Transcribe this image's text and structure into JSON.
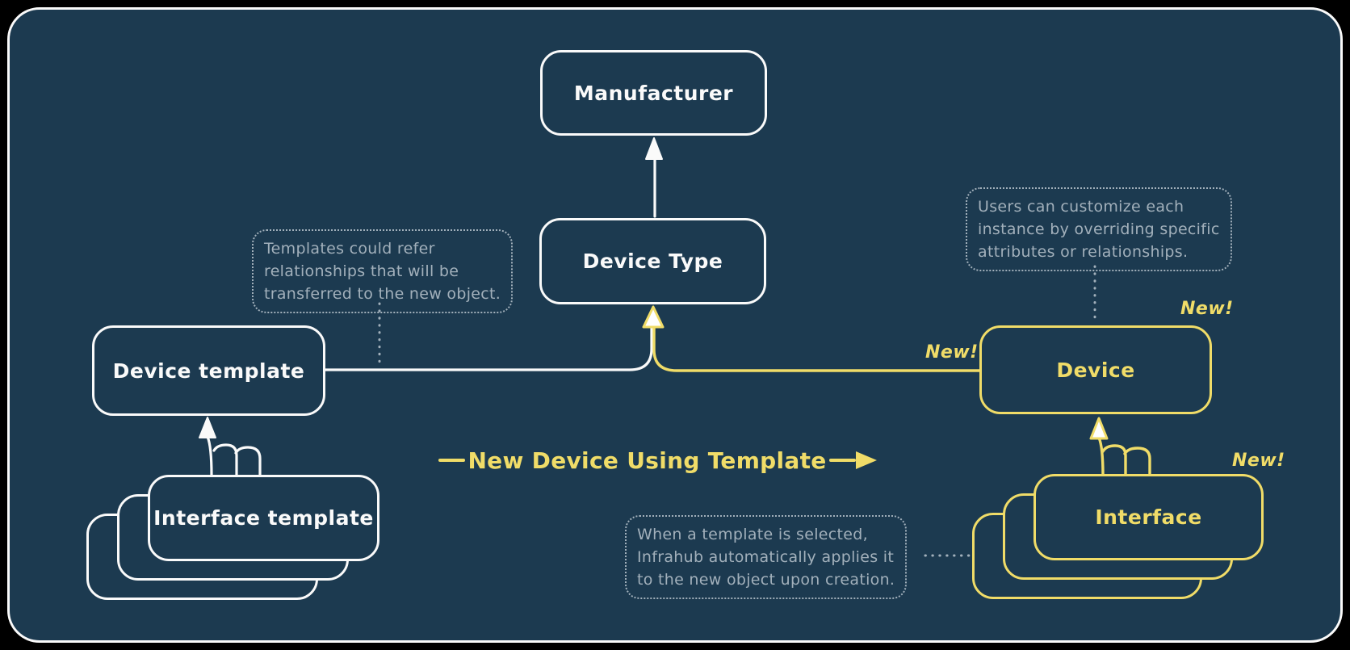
{
  "theme": {
    "background": "#000000",
    "board_fill": "#1c3a50",
    "stroke": "#fafafa",
    "accent": "#f0dc68",
    "note_text": "#a2b0bb"
  },
  "nodes": {
    "manufacturer": {
      "label": "Manufacturer"
    },
    "device_type": {
      "label": "Device Type"
    },
    "device_template": {
      "label": "Device template"
    },
    "interface_template": {
      "label": "Interface template"
    },
    "device": {
      "label": "Device"
    },
    "interface": {
      "label": "Interface"
    }
  },
  "annotations": {
    "templates_note": {
      "lines": [
        "Templates could refer",
        "relationships that will be",
        "transferred to the new object."
      ]
    },
    "customize_note": {
      "lines": [
        "Users can customize each",
        "instance by overriding specific",
        "attributes or relationships."
      ]
    },
    "apply_note": {
      "lines": [
        "When a template is selected,",
        "Infrahub automatically applies it",
        "to the new object upon creation."
      ]
    }
  },
  "labels": {
    "flow_arrow": "New Device Using Template",
    "new_badge": "New!"
  }
}
